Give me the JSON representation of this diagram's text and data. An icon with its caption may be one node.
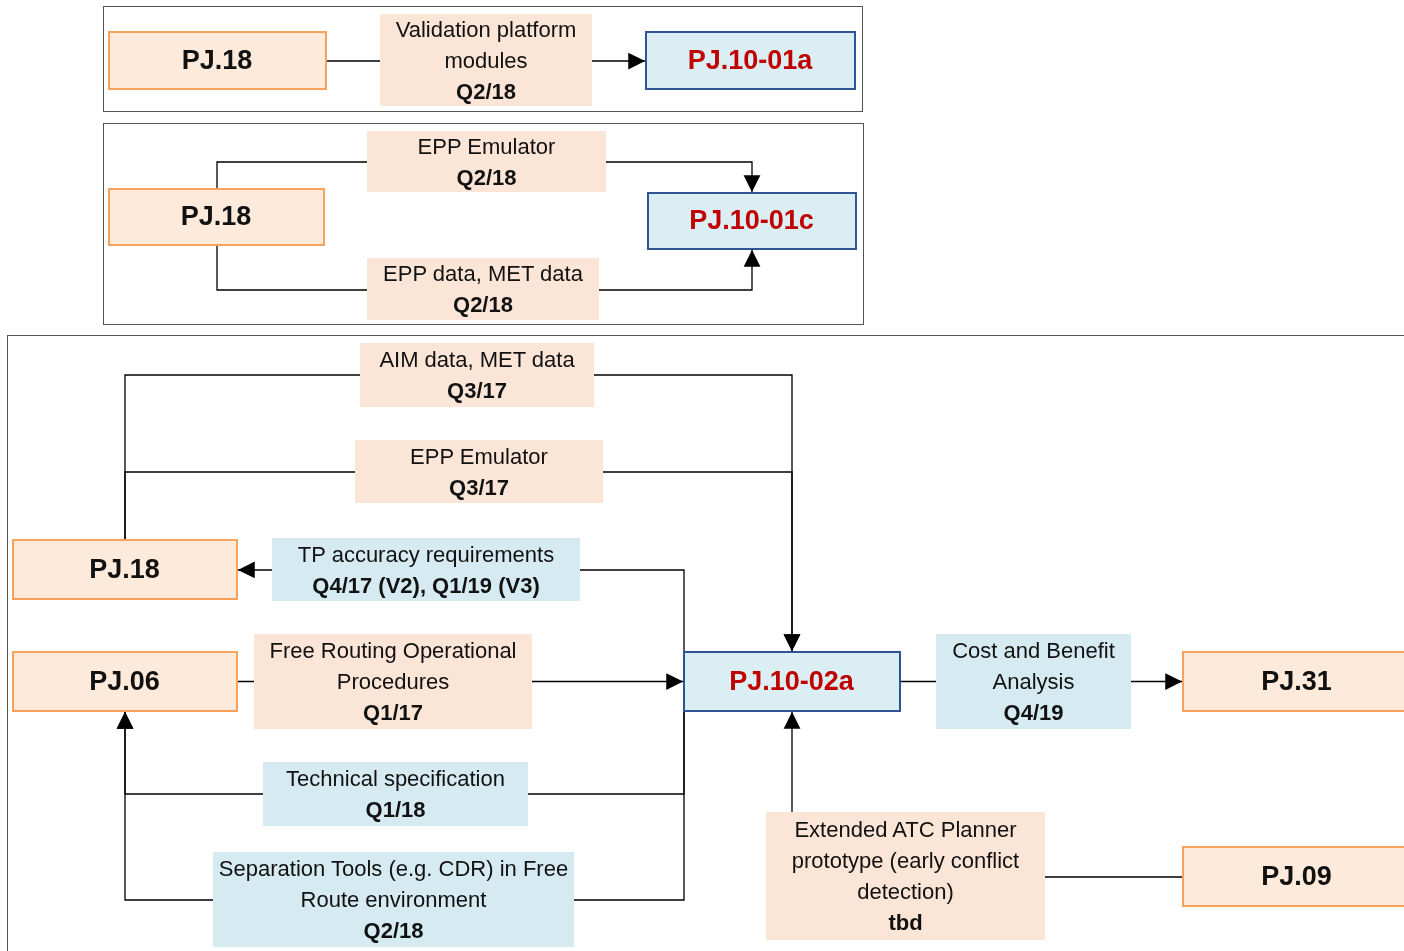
{
  "diagram": {
    "nodes": [
      {
        "text": [],
        "shape": "box"
      },
      {
        "text": [
          "PJ.18"
        ],
        "in": 0
      },
      {
        "text": [
          "PJ.10-01a"
        ],
        "in": 0
      },
      {
        "text": [],
        "shape": "box"
      },
      {
        "text": [
          "PJ.18"
        ],
        "in": 3
      },
      {
        "text": [
          "PJ.10-01c"
        ],
        "in": 3
      },
      {
        "text": [],
        "shape": "box"
      },
      {
        "text": [
          "PJ.18"
        ],
        "in": 6
      },
      {
        "text": [
          "PJ.06"
        ],
        "in": 6
      },
      {
        "text": [
          "PJ.10-02a"
        ],
        "in": 6
      },
      {
        "text": [
          "PJ.31"
        ],
        "in": 6
      },
      {
        "text": [
          "PJ.09"
        ],
        "in": 6
      }
    ],
    "edges": [
      {
        "from": 1,
        "to": 2,
        "arrow": "to",
        "label": "Validation platform modules **Q2/18**"
      },
      {
        "from": 4,
        "to": 5,
        "arrow": "to",
        "label": "EPP Emulator **Q2/18**"
      },
      {
        "from": 4,
        "to": 5,
        "arrow": "to",
        "label": "EPP data, MET data **Q2/18**"
      },
      {
        "from": 7,
        "to": 9,
        "arrow": "to",
        "label": "AIM data, MET data **Q3/17**"
      },
      {
        "from": 7,
        "to": 9,
        "arrow": "to",
        "label": "EPP Emulator **Q3/17**"
      },
      {
        "from": 9,
        "to": 7,
        "arrow": "to",
        "label": "TP accuracy requirements **Q4/17 (V2), Q1/19 (V3)**"
      },
      {
        "from": 8,
        "to": 9,
        "arrow": "to",
        "label": "Free Routing Operational Procedures **Q1/17**"
      },
      {
        "from": 9,
        "to": 8,
        "arrow": "to",
        "label": "Technical specification **Q1/18**"
      },
      {
        "from": 9,
        "to": 8,
        "arrow": "to",
        "label": "Separation Tools (e.g. CDR) in Free Route environment **Q2/18**"
      },
      {
        "from": 9,
        "to": 10,
        "arrow": "to",
        "label": "Cost and Benefit Analysis **Q4/19**"
      },
      {
        "from": 11,
        "to": 9,
        "arrow": "to",
        "label": "Extended ATC Planner prototype (early conflict detection) **tbd**"
      }
    ]
  }
}
